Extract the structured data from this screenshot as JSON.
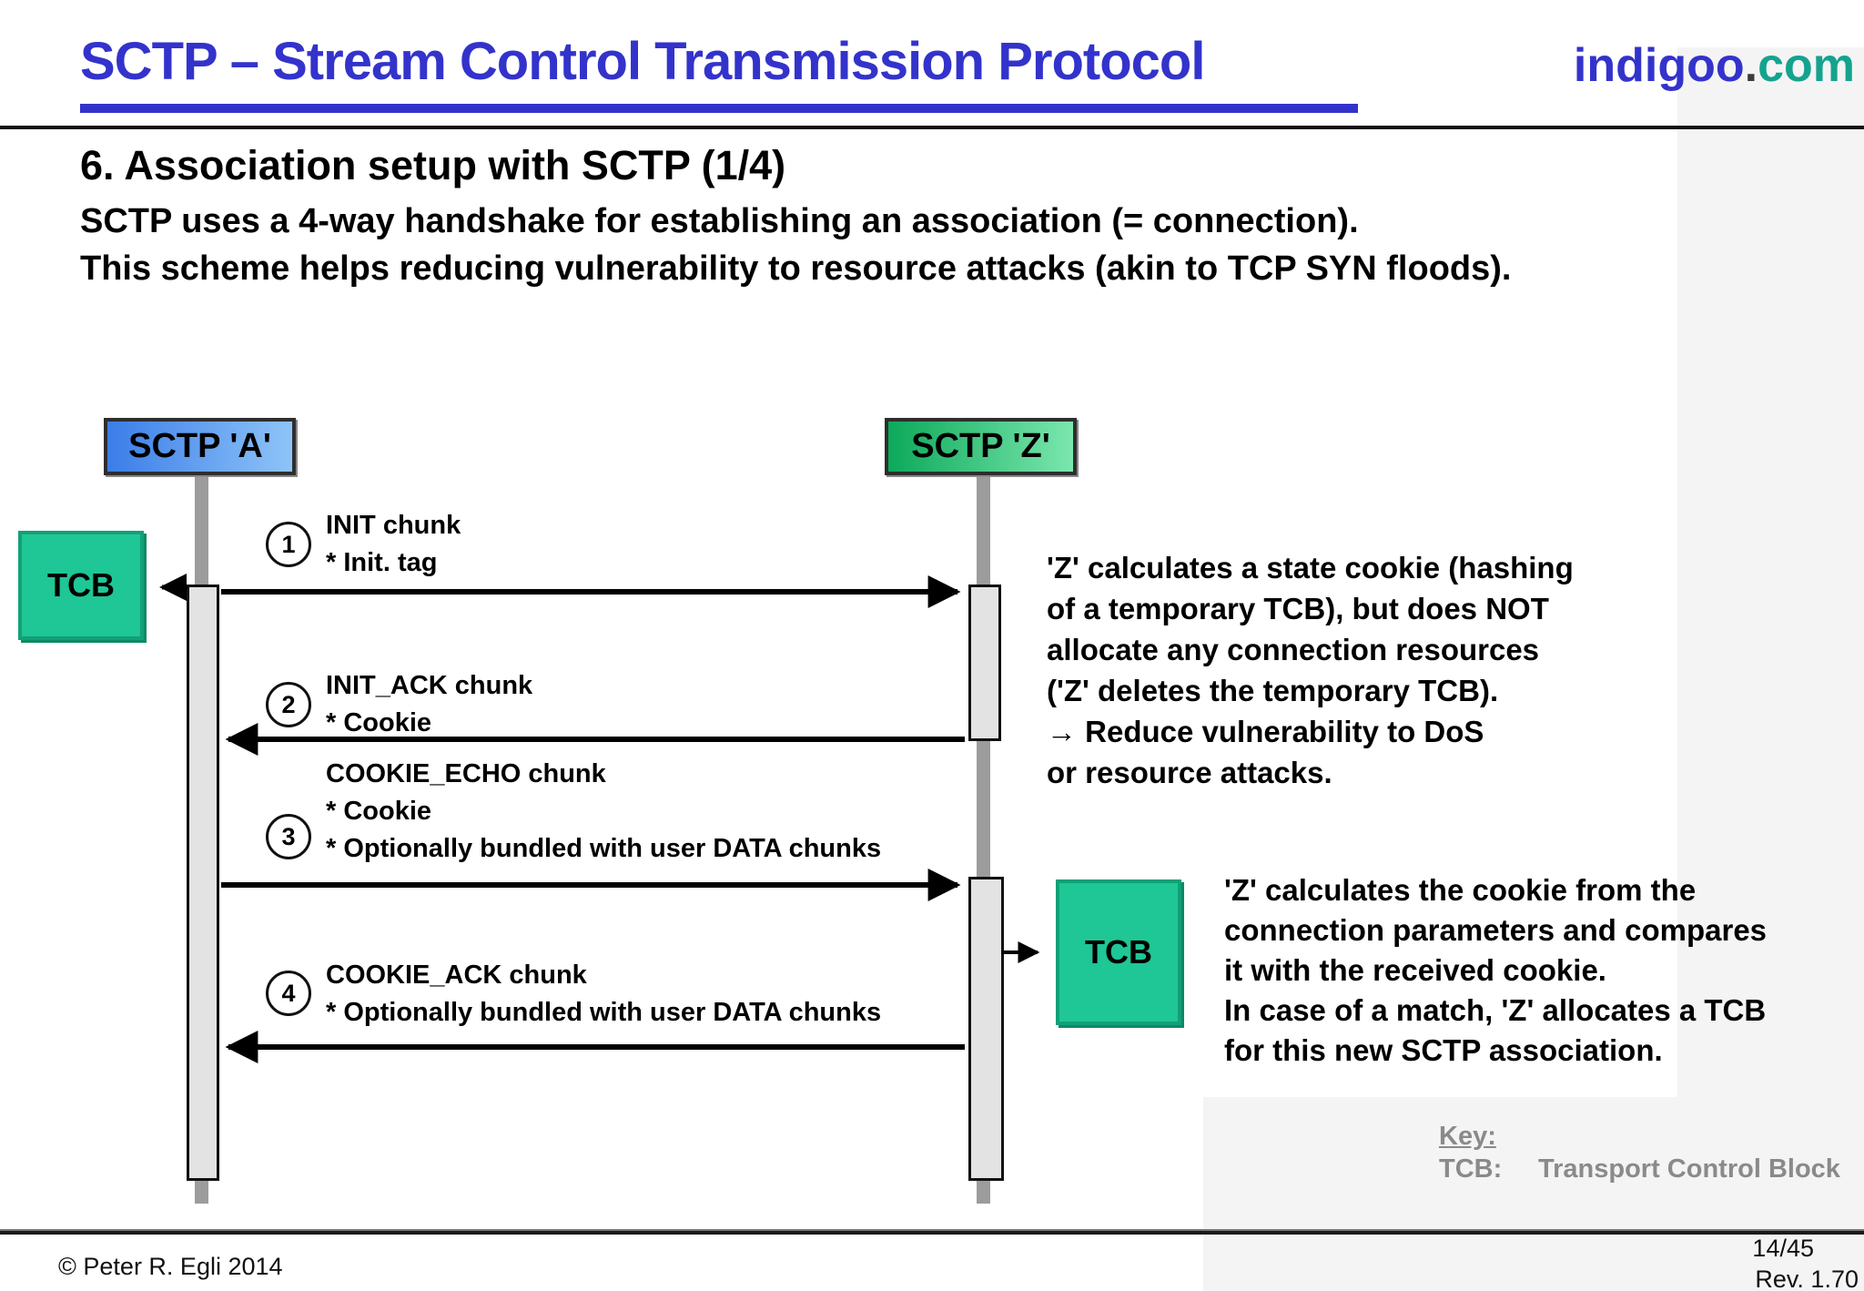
{
  "header": {
    "title": "SCTP – Stream Control Transmission Protocol",
    "logo": {
      "name": "indigoo",
      "dot": ".",
      "tld": "com"
    }
  },
  "slide": {
    "heading": "6. Association setup with SCTP (1/4)",
    "intro_lines": [
      "SCTP uses a 4-way handshake for establishing an association (= connection).",
      "This scheme helps reducing vulnerability to resource attacks (akin to TCP SYN floods)."
    ]
  },
  "diagram": {
    "actors": [
      {
        "id": "A",
        "label": "SCTP 'A'"
      },
      {
        "id": "Z",
        "label": "SCTP 'Z'"
      }
    ],
    "tcb_left_label": "TCB",
    "tcb_right_label": "TCB",
    "messages": [
      {
        "step": "1",
        "direction": "right",
        "lines": [
          "INIT chunk",
          "* Init. tag"
        ]
      },
      {
        "step": "2",
        "direction": "left",
        "lines": [
          "INIT_ACK chunk",
          "* Cookie"
        ]
      },
      {
        "step": "3",
        "direction": "right",
        "lines": [
          "COOKIE_ECHO chunk",
          "* Cookie",
          "* Optionally bundled with user DATA chunks"
        ]
      },
      {
        "step": "4",
        "direction": "left",
        "lines": [
          "COOKIE_ACK chunk",
          "* Optionally bundled with user DATA chunks"
        ]
      }
    ],
    "notes": [
      {
        "lines": [
          "'Z' calculates a state cookie (hashing",
          "of a temporary TCB), but does NOT",
          "allocate any connection resources",
          "('Z' deletes the temporary TCB).",
          "→ Reduce vulnerability to DoS",
          "or resource attacks."
        ]
      },
      {
        "lines": [
          "'Z' calculates the cookie from the",
          "connection parameters and compares",
          "it with the received cookie.",
          "In case of a match, 'Z' allocates a TCB",
          "for this new SCTP association."
        ]
      }
    ],
    "key": {
      "title": "Key:",
      "term": "TCB:",
      "definition": "Transport Control Block"
    }
  },
  "footer": {
    "copyright": "© Peter R. Egli 2014",
    "page": "14/45",
    "revision": "Rev. 1.70"
  },
  "colors": {
    "title_blue": "#3333cc",
    "logo_teal": "#14a38e",
    "actor_a_gradient": [
      "#3b7de8",
      "#8ec4f8"
    ],
    "actor_z_gradient": [
      "#0da95a",
      "#7be7ae"
    ],
    "tcb_fill": "#1ec795",
    "tcb_border": "#12a077",
    "lifeline_gray": "#9c9c9c",
    "activation_fill": "#e3e3e3",
    "key_gray": "#8a8a8a",
    "arrow_black": "#000000"
  }
}
